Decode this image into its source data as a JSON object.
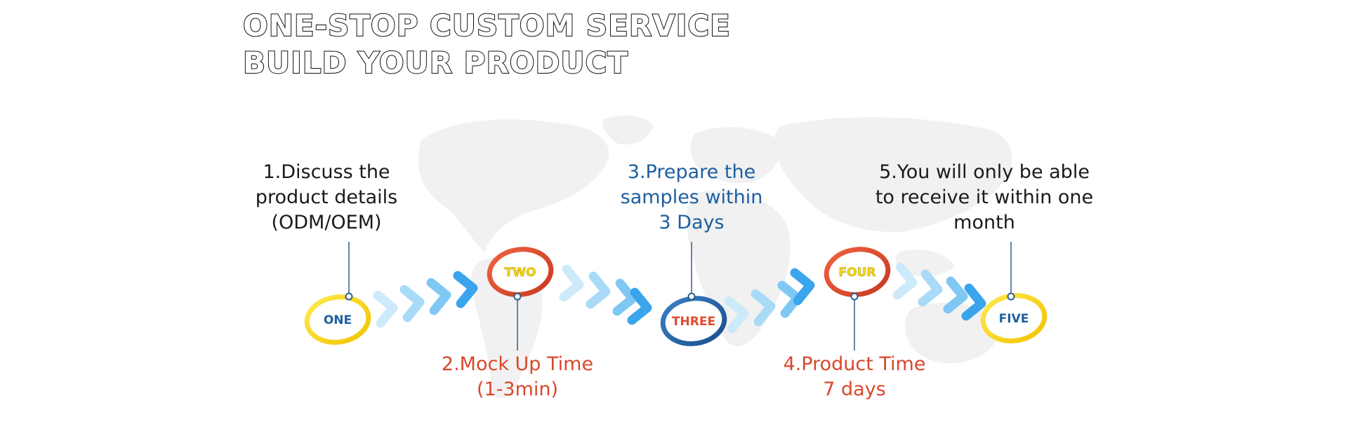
{
  "headline": {
    "line1": "ONE-STOP CUSTOM SERVICE",
    "line2": "BUILD YOUR PRODUCT"
  },
  "steps": [
    {
      "badge": "ONE",
      "text": [
        "1.Discuss the",
        "product details",
        "(ODM/OEM)"
      ]
    },
    {
      "badge": "TWO",
      "text": [
        "2.Mock Up Time",
        "(1-3min)"
      ]
    },
    {
      "badge": "THREE",
      "text": [
        "3.Prepare the",
        "samples within",
        "3 Days"
      ]
    },
    {
      "badge": "FOUR",
      "text": [
        "4.Product Time",
        "7 days"
      ]
    },
    {
      "badge": "FIVE",
      "text": [
        "5.You will only be able",
        "to receive it within one",
        "month"
      ]
    }
  ],
  "colors": {
    "yellow": "#f6d818",
    "red": "#e04a2f",
    "blue": "#1d5fa0",
    "chevron_light": "#bfe3f8",
    "chevron_dark": "#3aa5ec",
    "map": "#f1f1f1"
  },
  "icons": [
    "chevron-arrow-icon",
    "world-map-icon"
  ]
}
